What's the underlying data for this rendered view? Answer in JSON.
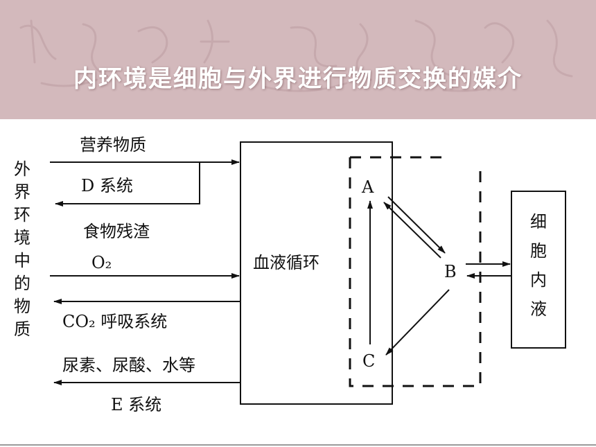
{
  "slide": {
    "title": "内环境是细胞与外界进行物质交换的媒介"
  },
  "diagram": {
    "left_column_chars": [
      "外",
      "界",
      "环",
      "境",
      "中",
      "的",
      "物",
      "质"
    ],
    "labels": {
      "nutrients": "营养物质",
      "d_system": "D 系统",
      "food_residue": "食物残渣",
      "o2": "O₂",
      "co2_respiratory": "CO₂ 呼吸系统",
      "urea": "尿素、尿酸、水等",
      "e_system": "E 系统",
      "blood_circulation": "血液循环",
      "node_a": "A",
      "node_b": "B",
      "node_c": "C"
    },
    "intracellular_chars": [
      "细",
      "胞",
      "内",
      "液"
    ]
  },
  "colors": {
    "banner": "#d3b9bc",
    "title_text": "#ffffff",
    "ink": "#111111"
  }
}
